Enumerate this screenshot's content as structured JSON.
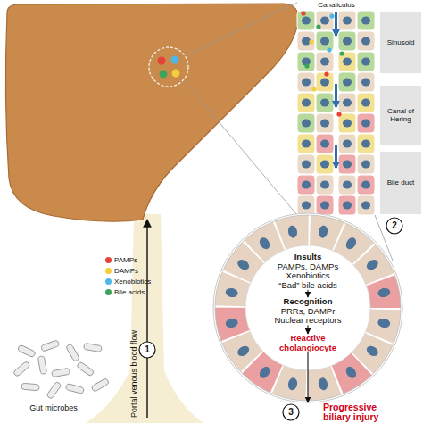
{
  "diagram": {
    "nodes": [
      {
        "text": [
          "Insults",
          "PAMPs, DAMPs Xenobiotics “Bad” bile acids"
        ]
      },
      {
        "text": [
          "Recognition",
          "PRRs, DAMPr Nuclear receptors"
        ]
      },
      {
        "text": [
          "Reactive cholangiocyte"
        ]
      },
      {
        "text": [
          "Progressive biliary injury"
        ]
      }
    ],
    "edges": [
      {
        "from": 0,
        "to": 1,
        "arrow": "to"
      },
      {
        "from": 1,
        "to": 2,
        "arrow": "to"
      },
      {
        "from": 2,
        "to": 3,
        "arrow": "to"
      }
    ],
    "labels": [
      "Canaliculus",
      "Sinusoid",
      "Canal of Hering",
      "Bile duct",
      "1",
      "Portal venous blood flow",
      "Gut microbes",
      "2",
      "3"
    ],
    "legend": [
      {
        "text": "PAMPs",
        "color": "#e5423a"
      },
      {
        "text": "DAMPs",
        "color": "#f2d03b"
      },
      {
        "text": "Xenobiotics",
        "color": "#4db8e8"
      },
      {
        "text": "Bile acids",
        "color": "#3aa55a"
      }
    ]
  }
}
